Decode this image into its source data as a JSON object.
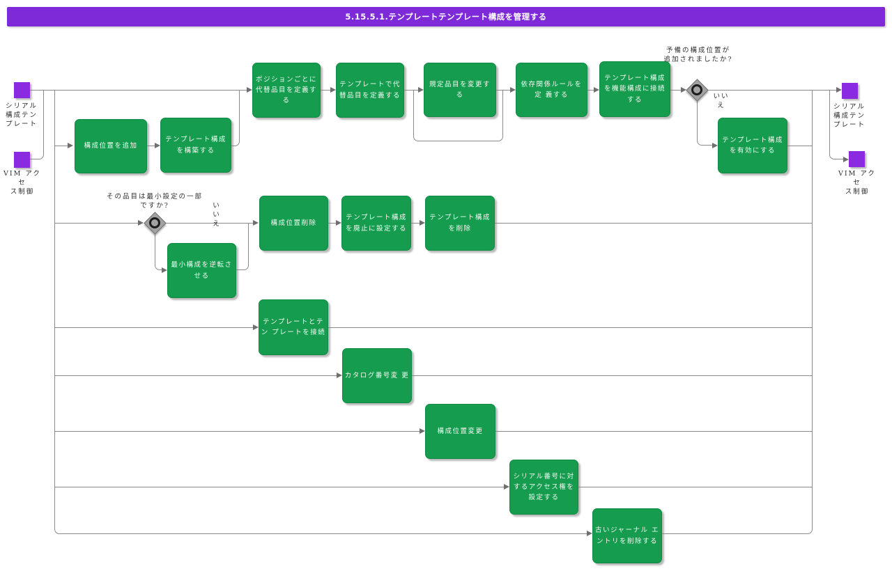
{
  "title": "5.15.5.1.テンプレートテンプレート構成を管理する",
  "colors": {
    "green": "#159c4e",
    "purple": "#8a2be2",
    "titlebar": "#7e2ad8",
    "line": "#8a8a8a"
  },
  "events": {
    "left_top": "シリアル\n構成テン\nプレート",
    "left_bottom": "VIM アクセ\nス制御",
    "right_top": "シリアル\n構成テン\nプレート",
    "right_bottom": "VIM アクセ\nス制御"
  },
  "gateways": {
    "g1": {
      "question": "予備の構成位置が\n追加されましたか?",
      "answer": "いいえ"
    },
    "g2": {
      "question": "その品目は最小設定の一部\nですか?",
      "answer": "い\nい\nえ"
    }
  },
  "tasks": {
    "add_config_position": "構成位置を追加",
    "build_template_config": "テンプレート構成\nを構築する",
    "define_alt_items_per_position": "ポジションごとに\n代替品目を定義す\nる",
    "define_alt_items_in_template": "テンプレートで代\n替品目を定義する",
    "change_default_items": "規定品目を変更す\nる",
    "define_dependency_rules": "依存関係ルールを\n定 義する",
    "connect_template_to_functional": "テンプレート構成\nを機能構成に接続\nする",
    "activate_template_config": "テンプレート構成\nを有効にする",
    "delete_config_position": "構成位置削除",
    "set_template_obsolete": "テンプレート構成\nを廃止に設定する",
    "delete_template_config": "テンプレート構成\nを削除",
    "reverse_minimal_config": "最小構成を逆転さ\nせる",
    "connect_templates": "テンプレートとテ\nン プレートを接続",
    "change_catalog_number": "カタログ番号変 更",
    "change_config_position": "構成位置変更",
    "set_serial_access_rights": "シリアル番号に対\nするアクセス権を\n設定する",
    "delete_old_journal_entries": "古いジャーナル エ\nントリを削除する"
  }
}
